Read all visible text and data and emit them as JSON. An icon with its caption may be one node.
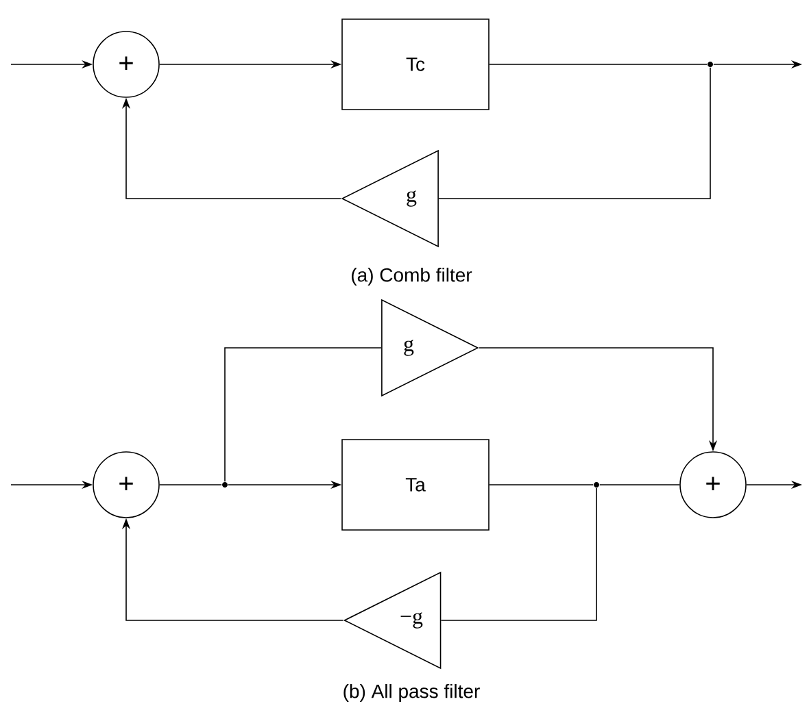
{
  "diagram": {
    "nodes": [
      {
        "text": [
          "+"
        ]
      },
      {
        "text": [
          "Tc"
        ]
      },
      {
        "text": [],
        "shape": "dot"
      },
      {
        "text": [
          "g"
        ]
      },
      {
        "text": [
          "+"
        ]
      },
      {
        "text": [],
        "shape": "dot"
      },
      {
        "text": [
          "g"
        ]
      },
      {
        "text": [
          "Ta"
        ]
      },
      {
        "text": [],
        "shape": "dot"
      },
      {
        "text": [
          "+"
        ]
      },
      {
        "text": [
          "−g"
        ]
      }
    ],
    "edges": [
      {
        "from": null,
        "to": 0,
        "arrow": "to"
      },
      {
        "from": 0,
        "to": 1,
        "arrow": "to"
      },
      {
        "from": 1,
        "to": 2,
        "arrow": "none"
      },
      {
        "from": 2,
        "to": null,
        "arrow": "to"
      },
      {
        "from": 2,
        "to": 3,
        "arrow": "none"
      },
      {
        "from": 3,
        "to": 0,
        "arrow": "to"
      },
      {
        "from": null,
        "to": 4,
        "arrow": "to"
      },
      {
        "from": 4,
        "to": 5,
        "arrow": "none"
      },
      {
        "from": 5,
        "to": 7,
        "arrow": "to"
      },
      {
        "from": 5,
        "to": 6,
        "arrow": "none"
      },
      {
        "from": 6,
        "to": 9,
        "arrow": "to"
      },
      {
        "from": 7,
        "to": 8,
        "arrow": "none"
      },
      {
        "from": 8,
        "to": 9,
        "arrow": "none"
      },
      {
        "from": 9,
        "to": null,
        "arrow": "to"
      },
      {
        "from": 8,
        "to": 10,
        "arrow": "none"
      },
      {
        "from": 10,
        "to": 4,
        "arrow": "to"
      }
    ],
    "labels": [
      "(a) Comb filter",
      "(b) All pass filter"
    ]
  }
}
